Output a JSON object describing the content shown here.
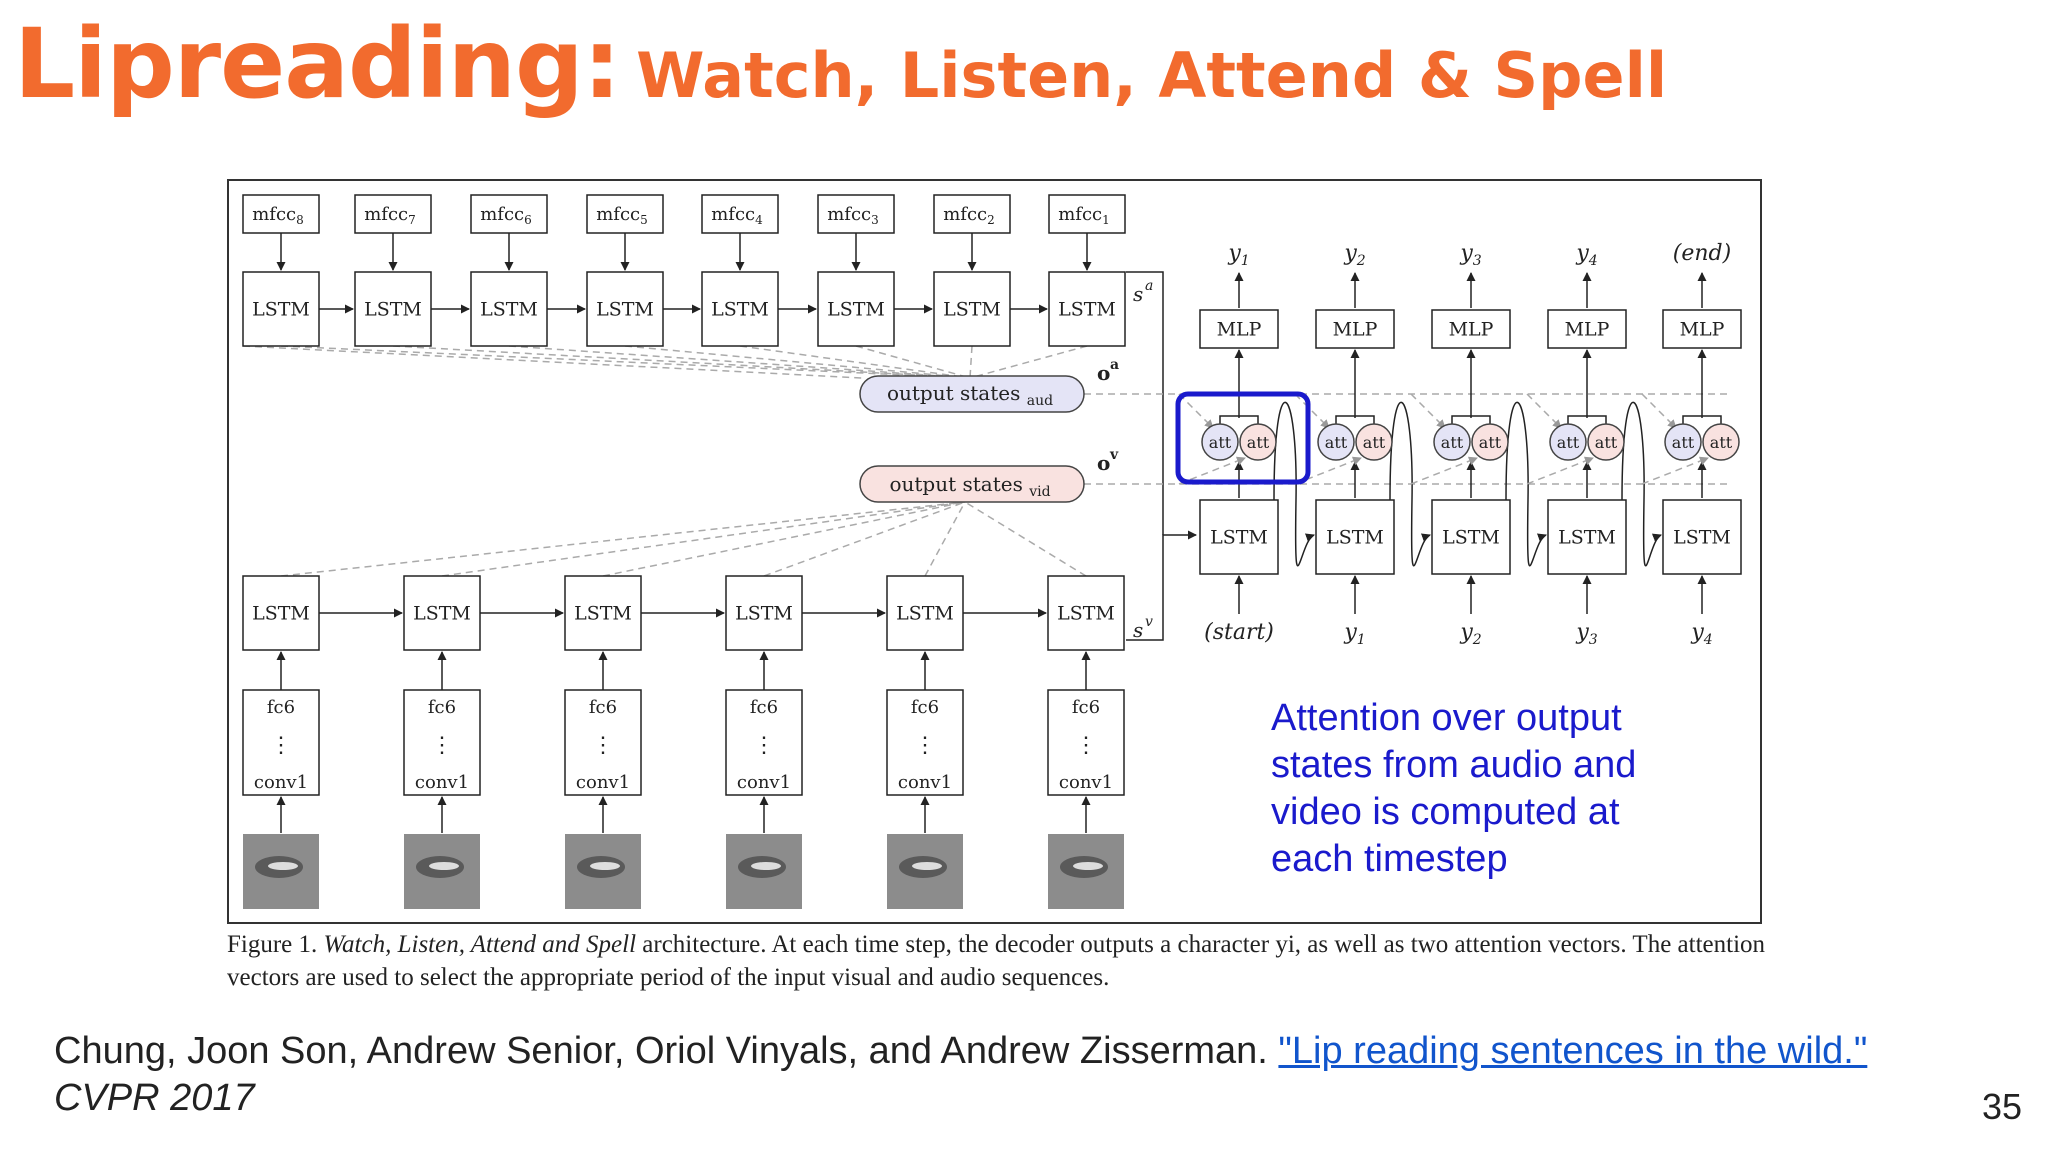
{
  "slide": {
    "title_main": "Lipreading:",
    "title_sub": "Watch, Listen, Attend & Spell",
    "page_number": "35"
  },
  "diagram": {
    "mfcc_labels": [
      "mfcc8",
      "mfcc7",
      "mfcc6",
      "mfcc5",
      "mfcc4",
      "mfcc3",
      "mfcc2",
      "mfcc1"
    ],
    "lstm_label": "LSTM",
    "mlp_label": "MLP",
    "att_label": "att",
    "fc6_label": "fc6",
    "conv1_label": "conv1",
    "vdots": "⋮",
    "audio_output_label": "output states",
    "audio_output_sub": "aud",
    "video_output_label": "output states",
    "video_output_sub": "vid",
    "oa_label": "o",
    "oa_sup": "a",
    "ov_label": "o",
    "ov_sup": "v",
    "sa_label": "s",
    "sa_sup": "a",
    "sv_label": "s",
    "sv_sup": "v",
    "outputs": [
      "y1",
      "y2",
      "y3",
      "y4",
      "(end)"
    ],
    "inputs": [
      "(start)",
      "y1",
      "y2",
      "y3",
      "y4"
    ],
    "highlight_color": "#1a1acc"
  },
  "annotation": {
    "text": "Attention over output\nstates from audio and\nvideo is computed at\neach timestep"
  },
  "caption": {
    "prefix": "Figure 1.",
    "title_italic": "Watch, Listen, Attend and Spell",
    "rest": "architecture.  At each time step, the decoder outputs a character yi, as well as two attention vectors. The attention vectors are used to select the appropriate period of the input visual and audio sequences."
  },
  "citation": {
    "authors": "Chung, Joon Son, Andrew Senior, Oriol Vinyals, and Andrew Zisserman.",
    "link_text": "\"Lip reading sentences in the wild.\"",
    "venue": "CVPR 2017"
  }
}
